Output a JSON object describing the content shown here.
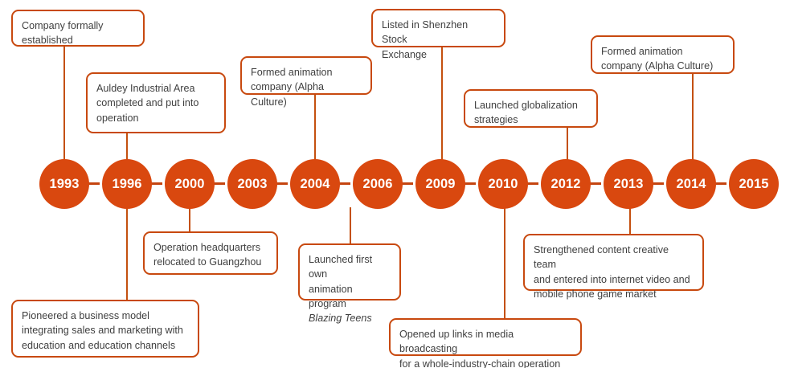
{
  "diagram": {
    "type": "horizontal-timeline",
    "accent_color": "#d9480f",
    "border_color": "#c8490f",
    "text_color": "#3f3f3f",
    "background_color": "#ffffff"
  },
  "timeline": {
    "nodes": [
      {
        "year": "1993"
      },
      {
        "year": "1996"
      },
      {
        "year": "2000"
      },
      {
        "year": "2003"
      },
      {
        "year": "2004"
      },
      {
        "year": "2006"
      },
      {
        "year": "2009"
      },
      {
        "year": "2010"
      },
      {
        "year": "2012"
      },
      {
        "year": "2013"
      },
      {
        "year": "2014"
      },
      {
        "year": "2015"
      }
    ]
  },
  "events": [
    {
      "year": "1993",
      "position": "above",
      "text": "Company formally\nestablished"
    },
    {
      "year": "1996",
      "position": "above",
      "text": "Auldey Industrial Area\ncompleted and put into\noperation"
    },
    {
      "year": "1996",
      "position": "below",
      "text": "Pioneered a business model\nintegrating sales and marketing with\neducation and education channels"
    },
    {
      "year": "2000",
      "position": "below",
      "text": "Operation headquarters\nrelocated to Guangzhou"
    },
    {
      "year": "2003",
      "position": "above",
      "text": "Formed animation\ncompany (Alpha Culture)"
    },
    {
      "year": "2004",
      "position": "below",
      "text": "Launched first own\nanimation program\n",
      "title": "Blazing Teens"
    },
    {
      "year": "2006",
      "position": "above",
      "text": "Listed in Shenzhen Stock\nExchange"
    },
    {
      "year": "2009",
      "position": "above",
      "text": "Launched globalization\nstrategies"
    },
    {
      "year": "2010",
      "position": "below",
      "text": "Opened up links in media broadcasting\nfor a whole-industry-chain operation"
    },
    {
      "year": "2013",
      "position": "below",
      "text": "Strengthened content creative team\nand entered into internet video and\nmobile phone game market"
    },
    {
      "year": "2014",
      "position": "above",
      "text": "Formed animation\ncompany (Alpha Culture)"
    }
  ]
}
